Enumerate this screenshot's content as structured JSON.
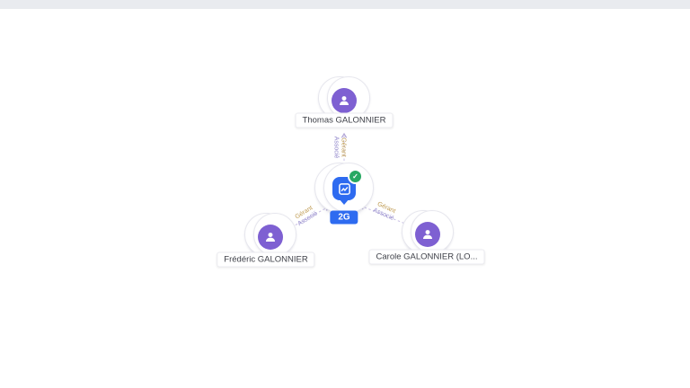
{
  "page": {
    "background": "#ffffff",
    "top_strip_color": "#e9ebef"
  },
  "graph": {
    "company": {
      "label": "2G",
      "verified_badge": true,
      "badge_glyph": "✓"
    },
    "persons": [
      {
        "name": "Thomas GALONNIER"
      },
      {
        "name": "Frédéric GALONNIER"
      },
      {
        "name": "Carole GALONNIER (LO..."
      }
    ],
    "edges": [
      {
        "from": "Thomas GALONNIER",
        "to": "2G",
        "role": "Gérant Associé",
        "role_line1": "Gérant",
        "role_line2": "Associé"
      },
      {
        "from": "Frédéric GALONNIER",
        "to": "2G",
        "role": "Gérant Associé",
        "role_line1": "Gérant",
        "role_line2": "Associé"
      },
      {
        "from": "Carole GALONNIER (LO...",
        "to": "2G",
        "role": "Gérant Associé",
        "role_line1": "Gérant",
        "role_line2": "Associé"
      }
    ]
  },
  "colors": {
    "avatar_purple": "#7e60d2",
    "pin_blue": "#2e6bf0",
    "badge_green": "#27a862",
    "edge": "#c9c0e4",
    "role_gerant": "#bf9b52",
    "role_associe": "#9187cb",
    "label_text": "#3f4149"
  }
}
